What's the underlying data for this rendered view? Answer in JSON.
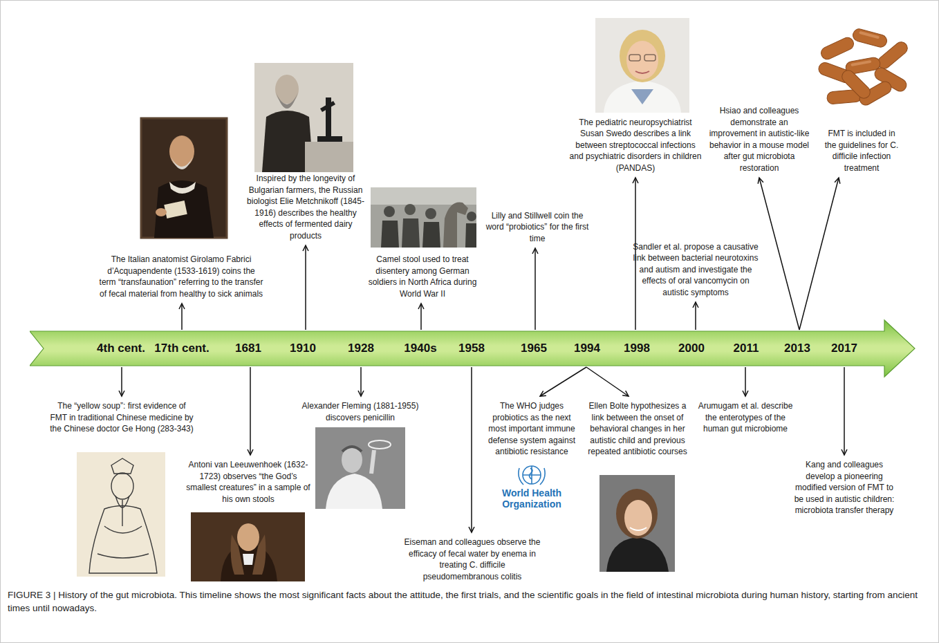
{
  "diagram": {
    "caption": "FIGURE 3 | History of the gut microbiota. This timeline shows the most significant facts about the attitude, the first trials, and the scientific goals in the field of intestinal microbiota during human history, starting from ancient times until nowadays.",
    "nodes": [
      {
        "text": [
          "4th cent.",
          "17th cent.",
          "1681",
          "1910",
          "1928",
          "1940s",
          "1958",
          "1965",
          "1994",
          "1998",
          "2000",
          "2011",
          "2013",
          "2017"
        ]
      }
    ],
    "labels": [
      "The Italian anatomist Girolamo Fabrici d’Acquapendente (1533-1619) coins the term “transfaunation” referring to the transfer of fecal material from healthy to sick animals",
      "Inspired by the longevity of Bulgarian farmers, the Russian biologist Elie Metchnikoff (1845-1916) describes the healthy effects of fermented dairy products",
      "Camel stool used to treat disentery among German soldiers in North Africa during World War II",
      "Lilly and Stillwell coin the word “probiotics” for the first time",
      "The pediatric neuropsychiatrist Susan Swedo describes a link between streptococcal infections and psychiatric disorders in children (PANDAS)",
      "Sandler et al. propose a causative link between bacterial neurotoxins and autism and investigate the effects of oral vancomycin on autistic symptoms",
      "Hsiao and colleagues demonstrate an improvement in autistic-like behavior in a mouse model after gut microbiota restoration",
      "FMT is included in the guidelines for C. difficile infection treatment",
      "The “yellow soup”: first evidence of FMT in traditional Chinese medicine by the Chinese doctor Ge Hong (283-343)",
      "Antoni van Leeuwenhoek (1632-1723) observes “the God’s smallest creatures” in a sample of his own stools",
      "Alexander Fleming (1881-1955) discovers penicillin",
      "Eiseman and colleagues observe the efficacy of fecal water by enema in treating C. difficile pseudomembranous colitis",
      "The WHO judges probiotics as the next most important immune defense system against antibiotic resistance",
      "World Health Organization",
      "Ellen Bolte hypothesizes a link between the onset of behavioral changes in her autistic child and previous repeated antibiotic courses",
      "Arumugam et al. describe the enterotypes of the human gut microbiome",
      "Kang and colleagues develop a pioneering modified version of FMT to be used in autistic children: microbiota transfer therapy"
    ]
  }
}
